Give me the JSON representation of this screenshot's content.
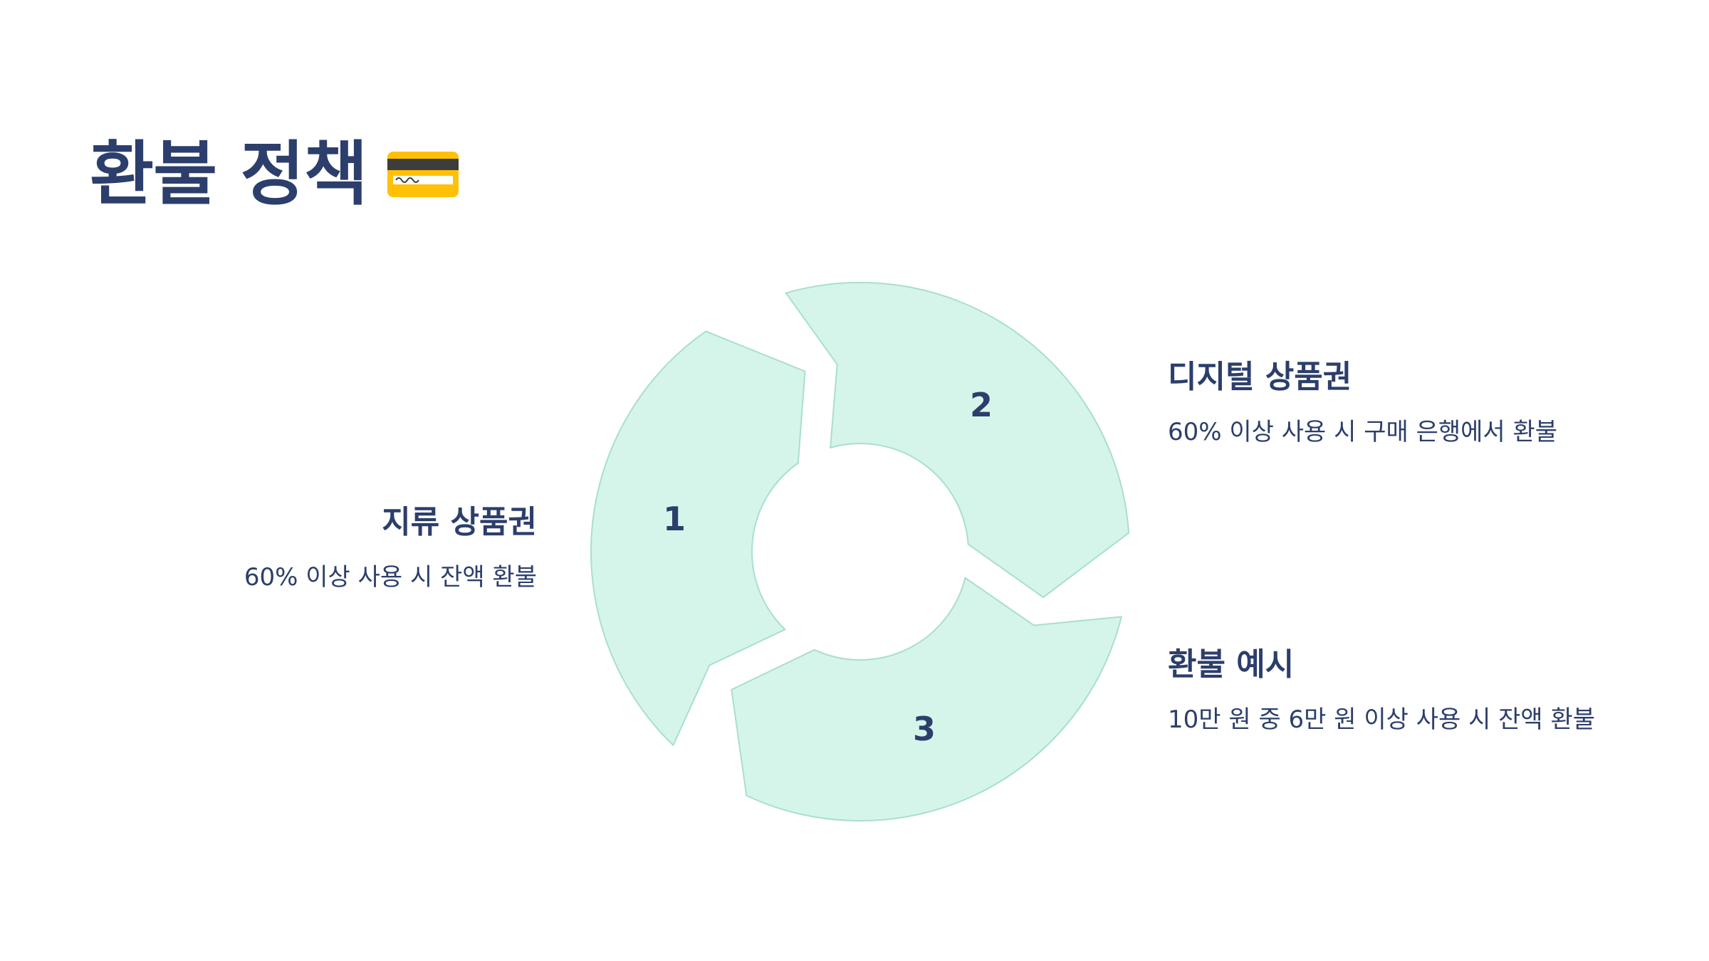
{
  "title": "환불 정책",
  "title_icon": "credit-card-icon",
  "colors": {
    "text": "#2c3e6b",
    "segment_fill": "#d5f5ea",
    "segment_stroke": "#a9dfcb",
    "card_yellow": "#ffc107"
  },
  "cycle": {
    "steps": [
      {
        "number": "1",
        "heading": "지류 상품권",
        "description": "60% 이상 사용 시 잔액 환불"
      },
      {
        "number": "2",
        "heading": "디지털 상품권",
        "description": "60% 이상 사용 시 구매 은행에서 환불"
      },
      {
        "number": "3",
        "heading": "환불 예시",
        "description": "10만 원 중 6만 원 이상 사용 시 잔액 환불"
      }
    ]
  }
}
